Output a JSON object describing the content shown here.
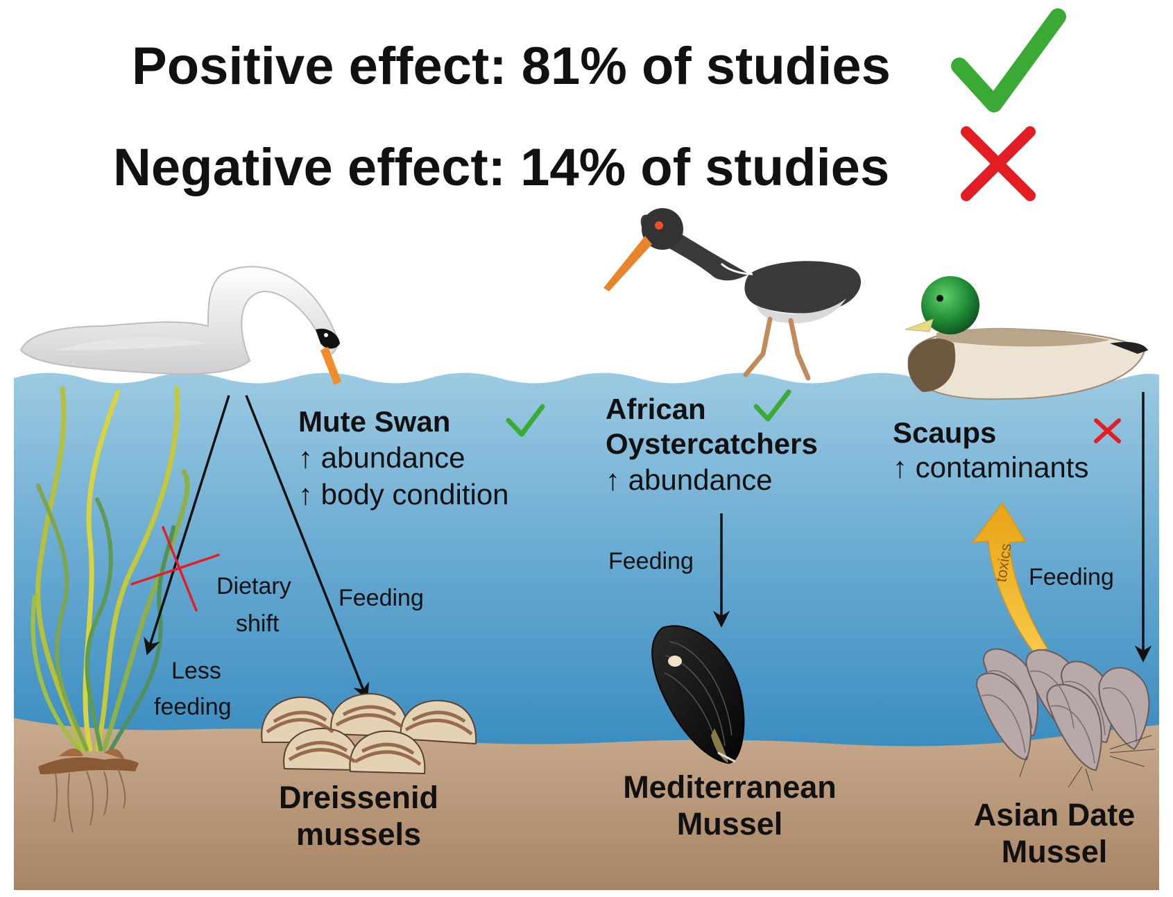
{
  "header": {
    "positive": "Positive effect: 81% of studies",
    "negative": "Negative effect: 14% of studies"
  },
  "birds": {
    "swan": {
      "name": "Mute Swan",
      "effect1": "↑ abundance",
      "effect2": "↑ body condition"
    },
    "oystercatcher": {
      "name_line1": "African",
      "name_line2": "Oystercatchers",
      "effect1": "↑ abundance"
    },
    "scaup": {
      "name": "Scaups",
      "effect1": "↑ contaminants"
    }
  },
  "interactions": {
    "dietary_shift_1": "Dietary",
    "dietary_shift_2": "shift",
    "less_feeding_1": "Less",
    "less_feeding_2": "feeding",
    "feeding_swan": "Feeding",
    "feeding_oyster": "Feeding",
    "feeding_scaup": "Feeding",
    "toxics": "toxics"
  },
  "mussels": {
    "dreissenid_1": "Dreissenid",
    "dreissenid_2": "mussels",
    "mediterranean_1": "Mediterranean",
    "mediterranean_2": "Mussel",
    "asian_1": "Asian Date",
    "asian_2": "Mussel"
  },
  "colors": {
    "positive": "#3aaa35",
    "negative": "#e21d24",
    "water_top": "#9cc8e0",
    "water_bottom": "#3a8fbf",
    "sediment": "#b8967a",
    "toxics_arrow": "#f0b429"
  }
}
